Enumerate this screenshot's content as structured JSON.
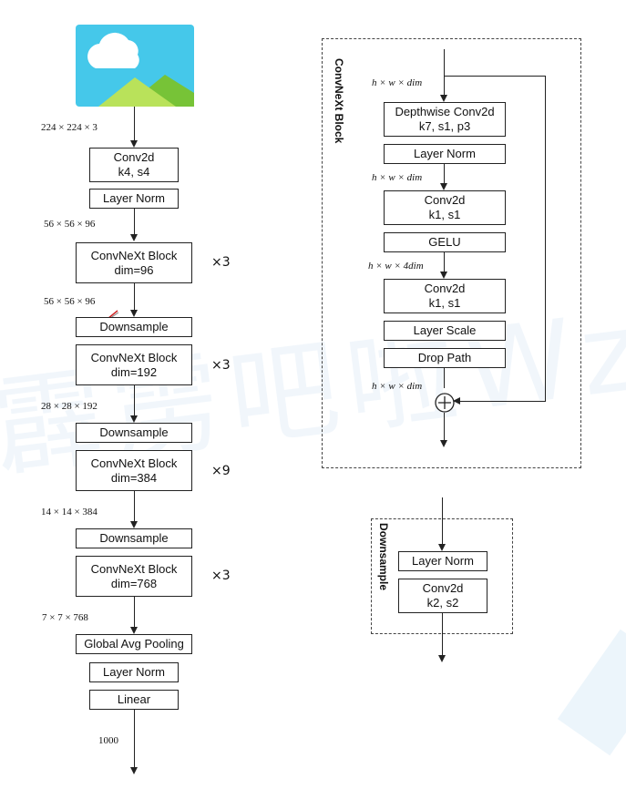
{
  "main_flow": {
    "dims": {
      "input": "224 × 224 × 3",
      "after_stem": "56 × 56 × 96",
      "after_stage1": "56 × 56 × 96",
      "after_stage2": "28 × 28 × 192",
      "after_stage3": "14 × 14 × 384",
      "after_stage4": "7 × 7 × 768",
      "output": "1000"
    },
    "stem": {
      "conv_title": "Conv2d",
      "conv_params": "k4, s4",
      "norm": "Layer Norm"
    },
    "downsample_label": "Downsample",
    "stages": [
      {
        "title": "ConvNeXt Block",
        "dim": "dim=96",
        "repeat": "×3"
      },
      {
        "title": "ConvNeXt Block",
        "dim": "dim=192",
        "repeat": "×3"
      },
      {
        "title": "ConvNeXt Block",
        "dim": "dim=384",
        "repeat": "×9"
      },
      {
        "title": "ConvNeXt Block",
        "dim": "dim=768",
        "repeat": "×3"
      }
    ],
    "head": {
      "pool": "Global Avg Pooling",
      "norm": "Layer Norm",
      "linear": "Linear"
    }
  },
  "convnext_block": {
    "title": "ConvNeXt Block",
    "dims": {
      "d1": "h × w × dim",
      "d2": "h × w × dim",
      "d3": "h × w × 4dim",
      "d4": "h × w × dim"
    },
    "dwconv_title": "Depthwise Conv2d",
    "dwconv_params": "k7, s1, p3",
    "norm": "Layer Norm",
    "conv1_title": "Conv2d",
    "conv1_params": "k1, s1",
    "gelu": "GELU",
    "conv2_title": "Conv2d",
    "conv2_params": "k1, s1",
    "layer_scale": "Layer Scale",
    "drop_path": "Drop Path"
  },
  "downsample_block": {
    "title": "Downsample",
    "norm": "Layer Norm",
    "conv_title": "Conv2d",
    "conv_params": "k2, s2"
  },
  "colors": {
    "sky": "#45c8ea",
    "hill_light": "#b9e25a",
    "hill_dark": "#77c337",
    "cloud": "#ffffff",
    "accent": "#cc2222"
  }
}
